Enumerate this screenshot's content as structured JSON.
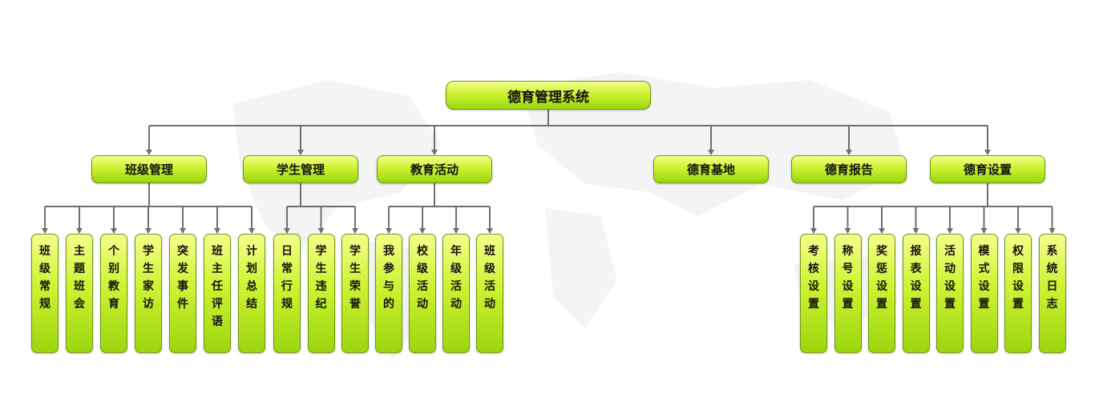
{
  "root": "德育管理系统",
  "groups": [
    {
      "label": "班级管理",
      "children": [
        "班级常规",
        "主题班会",
        "个别教育",
        "学生家访",
        "突发事件",
        "班主任评语",
        "计划总结"
      ]
    },
    {
      "label": "学生管理",
      "children": [
        "日常行规",
        "学生违纪",
        "学生荣誉"
      ]
    },
    {
      "label": "教育活动",
      "children": [
        "我参与的",
        "校级活动",
        "年级活动",
        "班级活动"
      ]
    },
    {
      "label": "德育基地",
      "children": []
    },
    {
      "label": "德育报告",
      "children": []
    },
    {
      "label": "德育设置",
      "children": [
        "考核设置",
        "称号设置",
        "奖惩设置",
        "报表设置",
        "活动设置",
        "模式设置",
        "权限设置",
        "系统日志"
      ]
    }
  ],
  "colors": {
    "node_top": "#f6ff8c",
    "node_bottom": "#9bd60e",
    "border": "#6f9a12",
    "connector": "#6f6f6f"
  }
}
